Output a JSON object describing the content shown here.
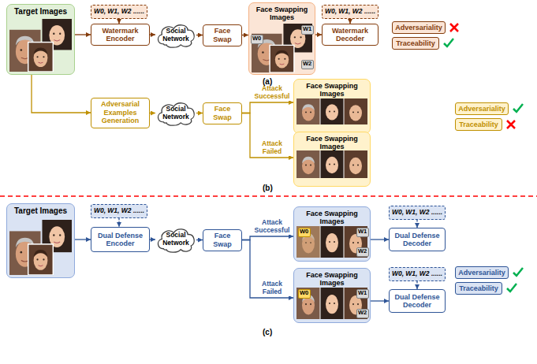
{
  "diagram": {
    "nodes": [
      {
        "text": [
          "Target Images"
        ]
      },
      {
        "text": [
          "W0, W1, W2 ......"
        ]
      },
      {
        "text": [
          "Watermark Encoder"
        ]
      },
      {
        "text": [
          "Social Network"
        ]
      },
      {
        "text": [
          "Face Swap"
        ]
      },
      {
        "text": [
          "Face Swapping Images"
        ]
      },
      {
        "text": [
          "W0"
        ],
        "in": 5
      },
      {
        "text": [
          "W1"
        ],
        "in": 5
      },
      {
        "text": [
          "W2"
        ],
        "in": 5
      },
      {
        "text": [
          "W0, W1, W2 ......"
        ]
      },
      {
        "text": [
          "Watermark Decoder"
        ]
      },
      {
        "text": [
          "Adversariality"
        ]
      },
      {
        "text": [
          "Traceability"
        ]
      },
      {
        "text": [
          "Adversarial Examples Generation"
        ]
      },
      {
        "text": [
          "Social Network"
        ]
      },
      {
        "text": [
          "Face Swap"
        ]
      },
      {
        "text": [
          "Face Swapping Images"
        ]
      },
      {
        "text": [
          "Face Swapping Images"
        ]
      },
      {
        "text": [
          "Adversariality"
        ]
      },
      {
        "text": [
          "Traceability"
        ]
      },
      {
        "text": [
          "Target Images"
        ]
      },
      {
        "text": [
          "W0, W1, W2 ......"
        ]
      },
      {
        "text": [
          "Dual Defense Encoder"
        ]
      },
      {
        "text": [
          "Social Network"
        ]
      },
      {
        "text": [
          "Face Swap"
        ]
      },
      {
        "text": [
          "Face Swapping Images"
        ]
      },
      {
        "text": [
          "W0"
        ],
        "in": 25
      },
      {
        "text": [
          "W1"
        ],
        "in": 25
      },
      {
        "text": [
          "W2"
        ],
        "in": 25
      },
      {
        "text": [
          "W0, W1, W2 ......"
        ]
      },
      {
        "text": [
          "Dual Defense Decoder"
        ]
      },
      {
        "text": [
          "Face Swapping Images"
        ]
      },
      {
        "text": [
          "W0"
        ],
        "in": 31
      },
      {
        "text": [
          "W1"
        ],
        "in": 31
      },
      {
        "text": [
          "W2"
        ],
        "in": 31
      },
      {
        "text": [
          "W0, W1, W2 ......"
        ]
      },
      {
        "text": [
          "Dual Defense Decoder"
        ]
      },
      {
        "text": [
          "Adversariality"
        ]
      },
      {
        "text": [
          "Traceability"
        ]
      }
    ],
    "edges": [
      {
        "from": 0,
        "to": 2,
        "arrow": "to"
      },
      {
        "from": 1,
        "to": 2,
        "arrow": "to"
      },
      {
        "from": 2,
        "to": 3,
        "arrow": "to"
      },
      {
        "from": 3,
        "to": 4,
        "arrow": "to"
      },
      {
        "from": 4,
        "to": 5,
        "arrow": "to"
      },
      {
        "from": 5,
        "to": 10,
        "arrow": "to"
      },
      {
        "from": 9,
        "to": 10,
        "arrow": "to"
      },
      {
        "from": 0,
        "to": 13,
        "arrow": "to"
      },
      {
        "from": 13,
        "to": 14,
        "arrow": "to"
      },
      {
        "from": 14,
        "to": 15,
        "arrow": "to"
      },
      {
        "from": 15,
        "to": 16,
        "label": "Attack Successful",
        "arrow": "to"
      },
      {
        "from": 15,
        "to": 17,
        "label": "Attack Failed",
        "arrow": "to"
      },
      {
        "from": 20,
        "to": 22,
        "arrow": "to"
      },
      {
        "from": 21,
        "to": 22,
        "arrow": "to"
      },
      {
        "from": 22,
        "to": 23,
        "arrow": "to"
      },
      {
        "from": 23,
        "to": 24,
        "arrow": "to"
      },
      {
        "from": 24,
        "to": 25,
        "label": "Attack Successful",
        "arrow": "to"
      },
      {
        "from": 24,
        "to": 31,
        "label": "Attack Failed",
        "arrow": "to"
      },
      {
        "from": 25,
        "to": 30,
        "arrow": "to"
      },
      {
        "from": 29,
        "to": 30,
        "arrow": "to"
      },
      {
        "from": 31,
        "to": 36,
        "arrow": "to"
      },
      {
        "from": 35,
        "to": 36,
        "arrow": "to"
      }
    ],
    "labels": [
      "(a)",
      "(b)",
      "(c)"
    ]
  }
}
